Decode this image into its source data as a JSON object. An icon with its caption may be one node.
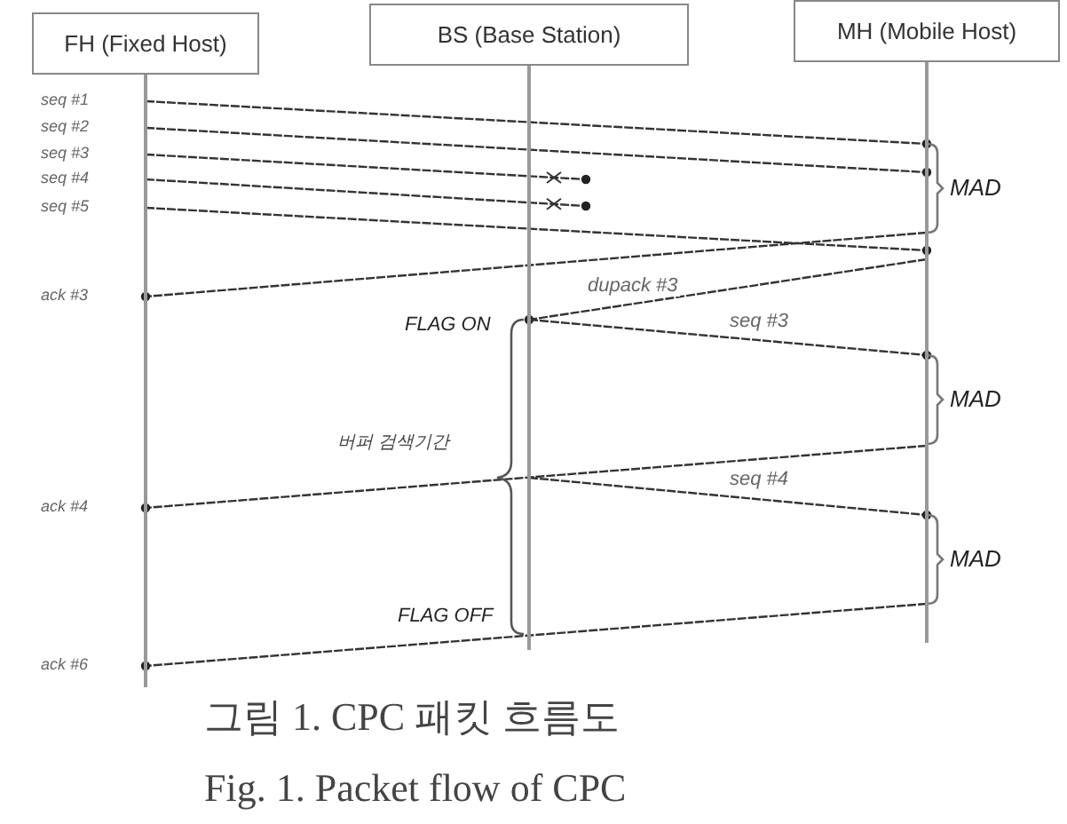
{
  "diagram": {
    "caption": "그림 1. CPC 패킷 흐름도",
    "nodes": [
      {
        "text": [
          "FH (Fixed Host)"
        ]
      },
      {
        "text": [
          "BS (Base Station)"
        ]
      },
      {
        "text": [
          "MH (Mobile Host)"
        ]
      },
      {
        "text": [],
        "shape": "bar"
      },
      {
        "text": [],
        "shape": "bar"
      },
      {
        "text": [],
        "shape": "bar"
      }
    ],
    "edges": [
      {
        "from": 3,
        "to": 5,
        "arrow": "other",
        "label": "seq #1"
      },
      {
        "from": 3,
        "to": 5,
        "arrow": "other",
        "label": "seq #2"
      },
      {
        "from": 3,
        "to": null,
        "arrow": "other",
        "label": "seq #3"
      },
      {
        "from": 3,
        "to": null,
        "arrow": "other",
        "label": "seq #4"
      },
      {
        "from": 3,
        "to": 5,
        "arrow": "other",
        "label": "seq #5"
      },
      {
        "from": 5,
        "to": 3,
        "arrow": "other",
        "label": "ack #3"
      },
      {
        "from": 5,
        "to": 4,
        "arrow": "other",
        "label": "dupack #3"
      },
      {
        "from": 4,
        "to": 5,
        "arrow": "other",
        "label": "seq #3"
      },
      {
        "from": 5,
        "to": 3,
        "arrow": "other",
        "label": "ack #4"
      },
      {
        "from": 4,
        "to": 5,
        "arrow": "other",
        "label": "seq #4"
      },
      {
        "from": 5,
        "to": 3,
        "arrow": "other",
        "label": "ack #6"
      }
    ],
    "labels": [
      "MAD",
      "FLAG ON",
      "MAD",
      "버퍼 검색기간",
      "MAD",
      "FLAG OFF",
      "Fig. 1. Packet flow of CPC"
    ]
  }
}
